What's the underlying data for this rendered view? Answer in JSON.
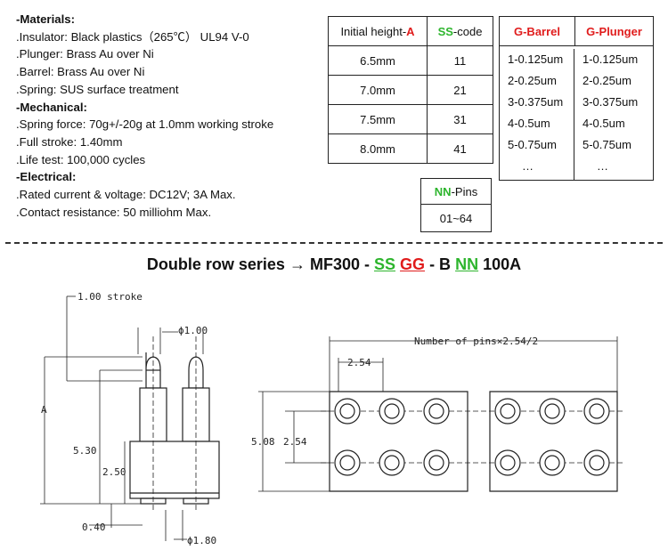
{
  "specs": {
    "materials_title": "-Materials:",
    "materials": [
      ".Insulator: Black plastics（265℃） UL94 V-0",
      ".Plunger: Brass Au over Ni",
      ".Barrel: Brass Au over Ni",
      ".Spring: SUS surface treatment"
    ],
    "mechanical_title": "-Mechanical:",
    "mechanical": [
      ".Spring force: 70g+/-20g at 1.0mm working stroke",
      ".Full stroke: 1.40mm",
      ".Life test: 100,000 cycles"
    ],
    "electrical_title": "-Electrical:",
    "electrical": [
      ".Rated current & voltage: DC12V; 3A Max.",
      ".Contact resistance: 50 milliohm Max."
    ]
  },
  "height_table": {
    "col1_prefix": "Initial height-",
    "col1_key": "A",
    "col2_key": "SS",
    "col2_suffix": "-code",
    "rows": [
      [
        "6.5mm",
        "11"
      ],
      [
        "7.0mm",
        "21"
      ],
      [
        "7.5mm",
        "31"
      ],
      [
        "8.0mm",
        "41"
      ]
    ]
  },
  "plating_table": {
    "col1": "G-Barrel",
    "col2": "G-Plunger",
    "rows": [
      [
        "1-0.125um",
        "1-0.125um"
      ],
      [
        "2-0.25um",
        "2-0.25um"
      ],
      [
        "3-0.375um",
        "3-0.375um"
      ],
      [
        "4-0.5um",
        "4-0.5um"
      ],
      [
        "5-0.75um",
        "5-0.75um"
      ],
      [
        "…",
        "…"
      ]
    ]
  },
  "pins_table": {
    "key": "NN",
    "suffix": "-Pins",
    "value": "01~64"
  },
  "series": {
    "prefix": "Double row series",
    "arrow": "→",
    "model": "MF300 -",
    "ss": "SS",
    "gg": "GG",
    "mid": "- B",
    "nn": "NN",
    "tail": "100A"
  },
  "drawing_side": {
    "stroke": "1.00 stroke",
    "dia_tip": "ϕ1.00",
    "height": "A",
    "dim_530": "5.30",
    "dim_250": "2.50",
    "dim_040": "0.40",
    "dia_base": "ϕ1.80"
  },
  "drawing_top": {
    "pins_dim": "Number of pins×2.54/2",
    "pitch": "2.54",
    "dim_508": "5.08",
    "dim_254": "2.54"
  }
}
